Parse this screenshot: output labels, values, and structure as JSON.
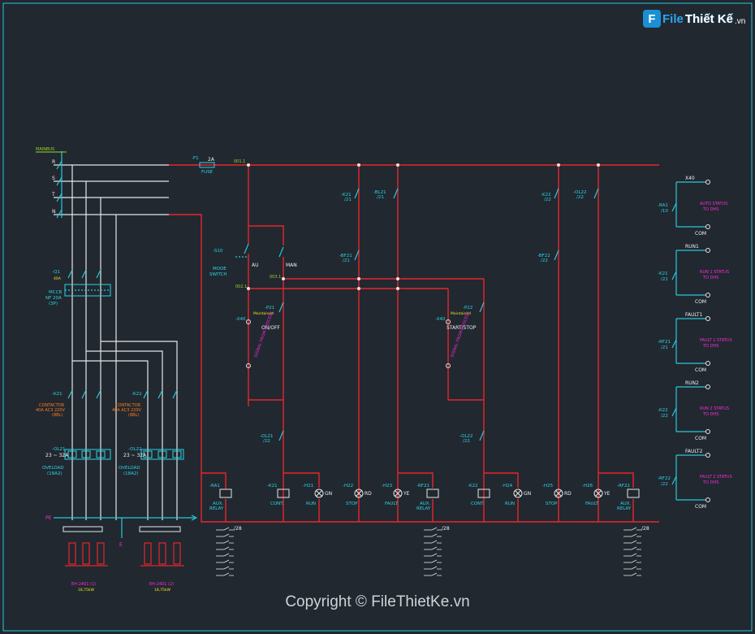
{
  "logo": {
    "mark": "F",
    "w1": "File",
    "w2": "Thiết Kế",
    "w3": ".vn"
  },
  "copyright": "Copyright © FileThietKe.vn",
  "bus": {
    "title": "MAINBUS",
    "phases": [
      "R",
      "S",
      "T",
      "N"
    ]
  },
  "pe": "PE",
  "earth": "E",
  "fuse": {
    "tag": "-F1",
    "rating": "2A",
    "label": "FUSE"
  },
  "nodes": {
    "n1": "001.1",
    "n2": "002.1",
    "n3": "003.1"
  },
  "breaker": {
    "tag": "-Q1",
    "rating": "40A",
    "l1": "MCCB",
    "l2": "NF 20A",
    "l3": "(3P)"
  },
  "contactors": [
    {
      "tag": "-K21",
      "l1": "CONTACTOR",
      "l2": "40A AC3 220V",
      "l3": "(8BL)"
    },
    {
      "tag": "-K22",
      "l1": "CONTACTOR",
      "l2": "40A AC3 220V",
      "l3": "(8BL)"
    }
  ],
  "overloads": [
    {
      "tag": "-OL21",
      "range": "23 ~ 32A",
      "l1": "OVELOAD",
      "l2": "(18A2)"
    },
    {
      "tag": "-OL22",
      "range": "23 ~ 32A",
      "l1": "OVELOAD",
      "l2": "(18A2)"
    }
  ],
  "motors": [
    {
      "l1": "EH-2401 (1)",
      "l2": "18,75kW"
    },
    {
      "l1": "EH-2401 (2)",
      "l2": "18,75kW"
    }
  ],
  "mode": {
    "tag": "-S10",
    "l1": "MODE",
    "l2": "SWITCH",
    "au": "AU",
    "man": "MAN"
  },
  "sw1": {
    "tag": "-P21",
    "sub": "Maintained",
    "txt": "ON/OFF"
  },
  "sw2": {
    "tag": "-P22",
    "sub": "Maintained",
    "txt": "START/STOP"
  },
  "signal": "SIGNAL FROM PROCESS",
  "contacts": {
    "k21": "-K21",
    "k21s": "/21",
    "bl21": "-BL21",
    "bl21s": "/21",
    "bf21": "-BF21",
    "bf21s": "/21",
    "k22": "-K22",
    "k22s": "/22",
    "ol21": "-OL21",
    "ol21s": "/22",
    "bf22": "-BF22",
    "bf22s": "/22",
    "ol22": "-OL22",
    "ol22s": "/22",
    "x40": "-X40"
  },
  "coils": [
    {
      "tag": "-RA1",
      "l1": "AUX.",
      "l2": "RELAY"
    },
    {
      "tag": "-K21",
      "l1": "CONT."
    },
    {
      "tag": "-H21",
      "color": "GN",
      "l1": "RUN"
    },
    {
      "tag": "-H22",
      "color": "RD",
      "l1": "STOP"
    },
    {
      "tag": "-H23",
      "color": "YE",
      "l1": "FAULT"
    },
    {
      "tag": "-RF21",
      "l1": "AUX.",
      "l2": "RELAY"
    },
    {
      "tag": "-K22",
      "l1": "CONT."
    },
    {
      "tag": "-H24",
      "color": "GN",
      "l1": "RUN"
    },
    {
      "tag": "-H25",
      "color": "RD",
      "l1": "STOP"
    },
    {
      "tag": "-H26",
      "color": "YE",
      "l1": "FAULT"
    },
    {
      "tag": "-RF22",
      "l1": "AUX.",
      "l2": "RELAY"
    }
  ],
  "outputs": [
    {
      "tag": "-RA1",
      "sub": "/10",
      "l1": "AUTO STATUS",
      "l2": "TO DHS",
      "top": "X40",
      "com": "COM"
    },
    {
      "tag": "-K21",
      "sub": "/21",
      "l1": "RUN 1 STATUS",
      "l2": "TO DHS",
      "top": "RUN1",
      "com": "COM"
    },
    {
      "tag": "-RF21",
      "sub": "/21",
      "l1": "FAULT 1 STATUS",
      "l2": "TO DHS",
      "top": "FAULT1",
      "com": "COM"
    },
    {
      "tag": "-K22",
      "sub": "/22",
      "l1": "RUN 2 STATUS",
      "l2": "TO DHS",
      "top": "RUN2",
      "com": "COM"
    },
    {
      "tag": "-RF22",
      "sub": "/22",
      "l1": "FAULT 2 STATUS",
      "l2": "TO DHS",
      "top": "FAULT2",
      "com": "COM"
    }
  ],
  "xref": [
    "/28",
    "/28",
    "/28"
  ]
}
